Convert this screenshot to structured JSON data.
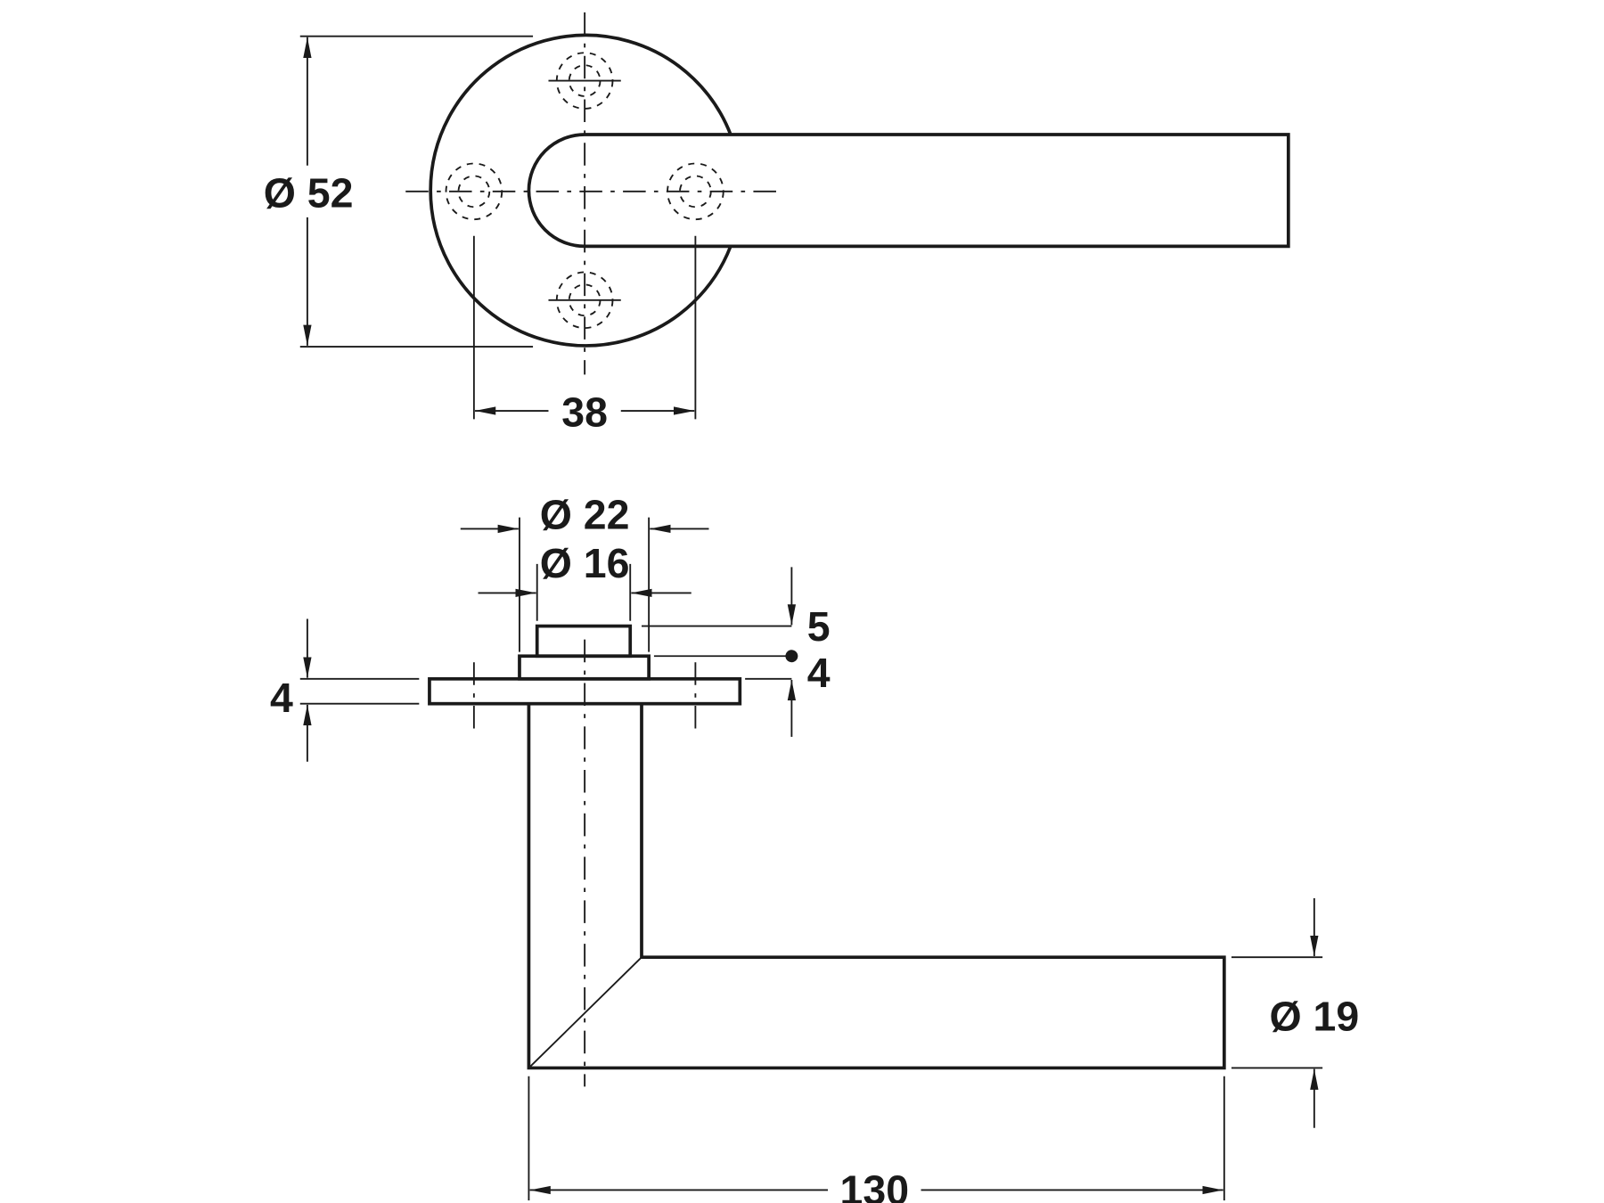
{
  "drawing": {
    "title": "Lever handle on round rose - technical drawing",
    "line_color": "#1a1a1a",
    "background": "#ffffff"
  },
  "top_view": {
    "rose_diameter_label": "Ø 52",
    "hole_spacing_label": "38"
  },
  "side_view": {
    "collar_diameter_label": "Ø 22",
    "spindle_diameter_label": "Ø 16",
    "spindle_height_label": "5",
    "collar_height_label": "4",
    "rose_thickness_label": "4",
    "lever_diameter_label": "Ø 19",
    "lever_length_label": "130"
  }
}
